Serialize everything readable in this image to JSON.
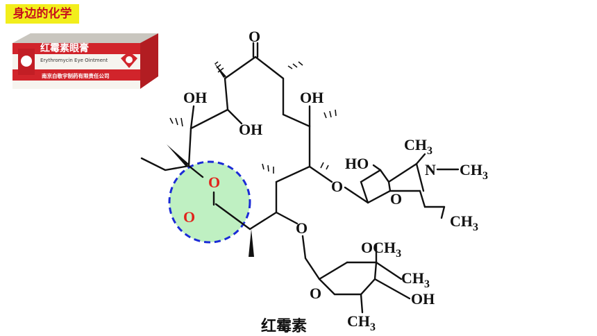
{
  "badge": {
    "text": "身边的化学"
  },
  "product": {
    "name_cn": "红霉素眼膏",
    "name_en": "Erythromycin Eye Ointment",
    "maker": "南京白敬宇制药有限责任公司"
  },
  "molecule": {
    "ketone_o": "O",
    "oh_upper_left": "OH",
    "oh_left_mid": "OH",
    "oh_right": "OH",
    "ring_o": "O",
    "carbonyl_o": "O",
    "glyco_o_right": "O",
    "glyco_o_lower": "O",
    "sugar1_ho": "HO",
    "sugar1_n": "N",
    "sugar1_ch3_top": "CH3",
    "sugar1_ch3_n": "CH3",
    "sugar1_ring_o": "O",
    "sugar1_ch3_bottom": "CH3",
    "sugar2_och3": "OCH3",
    "sugar2_ch3": "CH3",
    "sugar2_oh": "OH",
    "sugar2_ring_o": "O",
    "sugar2_ch3_bottom": "CH3"
  },
  "caption": "红霉素",
  "colors": {
    "badge_bg": "#f2ee1c",
    "badge_text": "#c8111d",
    "ester_red": "#e0231c",
    "highlight_fill": "#bff0c2",
    "highlight_ring": "#1a2bd6"
  }
}
